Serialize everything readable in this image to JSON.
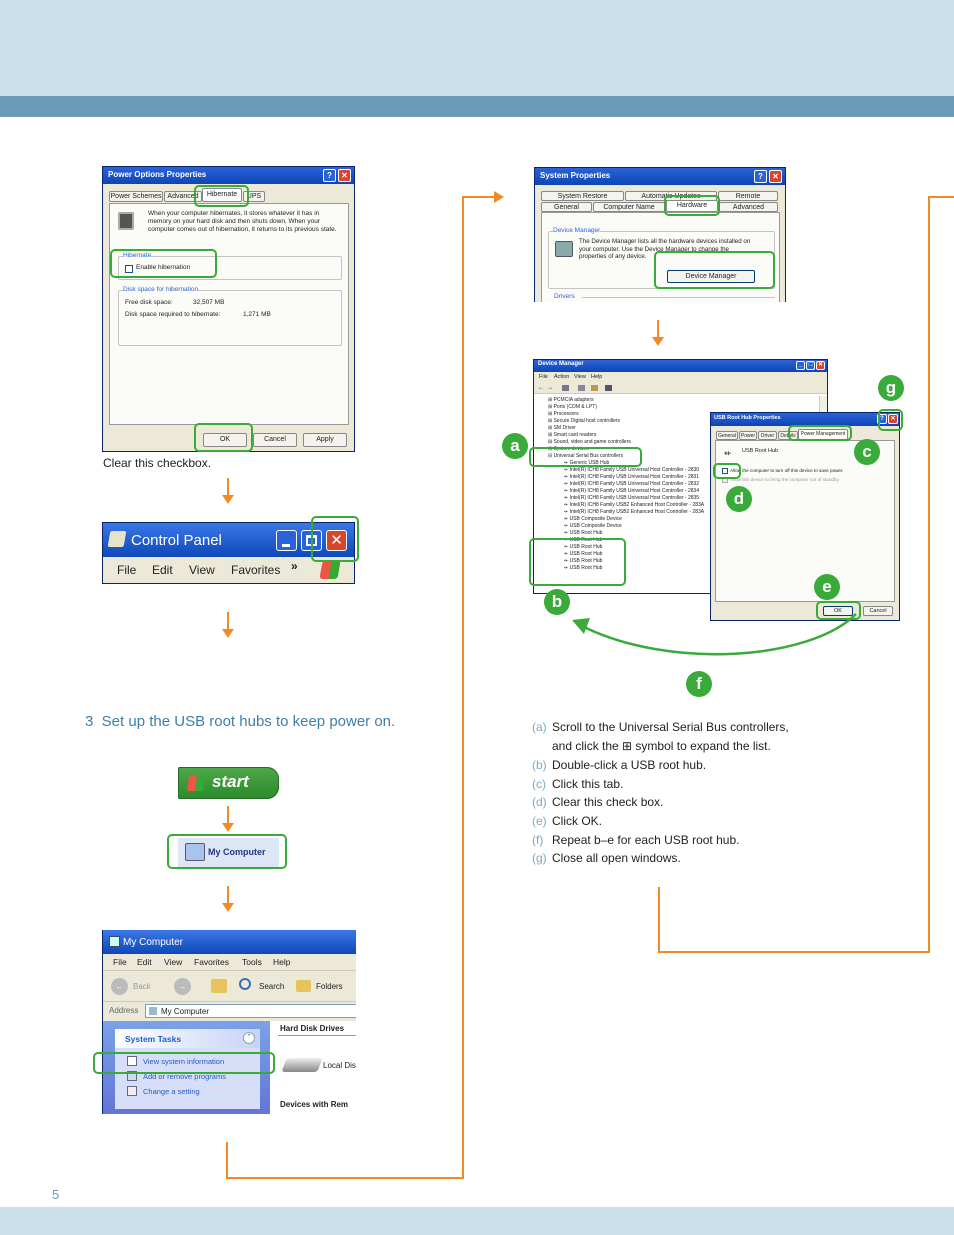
{
  "page_number": "5",
  "section_title": "3  Set up the USB root hubs to keep power on.",
  "caption_checkbox": "Clear this checkbox.",
  "power_options": {
    "title": "Power Options Properties",
    "tabs": [
      "Power Schemes",
      "Advanced",
      "Hibernate",
      "UPS"
    ],
    "description": "When your computer hibernates, it stores whatever it has in memory on your hard disk and then shuts down. When your computer comes out of hibernation, it returns to its previous state.",
    "group_hibernate": "Hibernate",
    "enable_hibernation": "Enable hibernation",
    "group_disk": "Disk space for hibernation",
    "free_disk_label": "Free disk space:",
    "free_disk_value": "32,507 MB",
    "required_label": "Disk space required to hibernate:",
    "required_value": "1,271 MB",
    "ok": "OK",
    "cancel": "Cancel",
    "apply": "Apply"
  },
  "control_panel": {
    "title": "Control Panel",
    "menu": [
      "File",
      "Edit",
      "View",
      "Favorites"
    ],
    "more": "»"
  },
  "start_label": "start",
  "my_computer_label": "My Computer",
  "my_computer_win": {
    "title": "My Computer",
    "menu": [
      "File",
      "Edit",
      "View",
      "Favorites",
      "Tools",
      "Help"
    ],
    "back": "Back",
    "search": "Search",
    "folders": "Folders",
    "address_label": "Address",
    "address_value": "My Computer",
    "tasks_header": "System Tasks",
    "tasks": [
      "View system information",
      "Add or remove programs",
      "Change a setting"
    ],
    "hard_disk_header": "Hard Disk Drives",
    "local_disk": "Local Disk",
    "devices_header": "Devices with Rem"
  },
  "system_props": {
    "title": "System Properties",
    "tabs_row1": [
      "System Restore",
      "Automatic Updates",
      "Remote"
    ],
    "tabs_row2": [
      "General",
      "Computer Name",
      "Hardware",
      "Advanced"
    ],
    "group_device_manager": "Device Manager",
    "dm_text": "The Device Manager lists all the hardware devices installed on your computer. Use the Device Manager to change the properties of any device.",
    "dm_button": "Device Manager",
    "group_drivers": "Drivers"
  },
  "device_manager": {
    "title": "Device Manager",
    "menu": [
      "File",
      "Action",
      "View",
      "Help"
    ],
    "tree": [
      "PCMCIA adapters",
      "Ports (COM & LPT)",
      "Processors",
      "Secure Digital host controllers",
      "SM Driver",
      "Smart card readers",
      "Sound, video and game controllers",
      "System devices",
      "Universal Serial Bus controllers",
      "Generic USB Hub",
      "Intel(R) ICH8 Family USB Universal Host Controller - 2830",
      "Intel(R) ICH8 Family USB Universal Host Controller - 2831",
      "Intel(R) ICH8 Family USB Universal Host Controller - 2832",
      "Intel(R) ICH8 Family USB Universal Host Controller - 2834",
      "Intel(R) ICH8 Family USB Universal Host Controller - 2835",
      "Intel(R) ICH8 Family USB2 Enhanced Host Controller - 283A",
      "Intel(R) ICH8 Family USB2 Enhanced Host Controller - 283A",
      "USB Composite Device",
      "USB Composite Device",
      "USB Root Hub",
      "USB Root Hub",
      "USB Root Hub",
      "USB Root Hub",
      "USB Root Hub",
      "USB Root Hub"
    ]
  },
  "usb_root_hub": {
    "title": "USB Root Hub Properties",
    "tabs": [
      "General",
      "Power",
      "Driver",
      "Details",
      "Power Management"
    ],
    "device": "USB Root Hub",
    "allow_off": "Allow the computer to turn off this device to save power.",
    "allow_wake": "Allow this device to bring the computer out of standby.",
    "ok": "OK",
    "cancel": "Cancel"
  },
  "markers": [
    "a",
    "b",
    "c",
    "d",
    "e",
    "f",
    "g"
  ],
  "steps": [
    {
      "letter": "(a)",
      "text": "Scroll to the Universal Serial Bus controllers,"
    },
    {
      "letter": "",
      "text": "and click the ⊞ symbol to expand the list."
    },
    {
      "letter": "(b)",
      "text": "Double-click a USB root hub."
    },
    {
      "letter": "(c)",
      "text": "Click this tab."
    },
    {
      "letter": "(d)",
      "text": "Clear this check box."
    },
    {
      "letter": "(e)",
      "text": "Click OK."
    },
    {
      "letter": "(f)",
      "text": "Repeat b–e for each USB root hub."
    },
    {
      "letter": "(g)",
      "text": "Close all open windows."
    }
  ]
}
